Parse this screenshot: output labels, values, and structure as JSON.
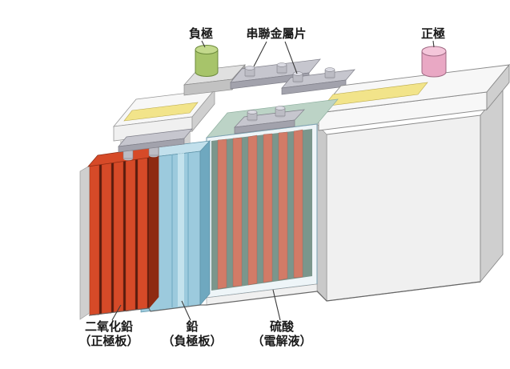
{
  "diagram": {
    "labels": {
      "negative_terminal": "負極",
      "series_metal_strips": "串聯金屬片",
      "positive_terminal": "正極",
      "lead_dioxide": "二氧化鉛",
      "lead_dioxide_sub": "（正極板）",
      "lead": "鉛",
      "lead_sub": "（負極板）",
      "sulfuric_acid": "硫酸",
      "sulfuric_acid_sub": "（電解液）"
    }
  },
  "colors": {
    "background": "#ffffff",
    "label_text": "#1a1a1a",
    "leader_line": "#3a3a3a",
    "red_plate": "#d64a28",
    "red_plate_dark": "#8e2a12",
    "red_plate_gap": "#571c0e",
    "blue_plate": "#9ccadd",
    "blue_plate_light": "#c2e0ec",
    "blue_plate_dark": "#6fa8bf",
    "electrolyte_surface": "#bcd3c6",
    "electrolyte_deep": "#54725f",
    "cell_wall": "#cbe0e9",
    "case_face": "#f0f0f0",
    "case_side": "#cfcfcf",
    "case_shadow": "#c4c4c4",
    "lid_face": "#f7f7f7",
    "yellow_strip": "#f2e48a",
    "terminal_green": "#a7c46a",
    "terminal_green_top": "#c3d98c",
    "terminal_pink": "#e9a8c4",
    "terminal_pink_top": "#f4c6da",
    "connector": "#c6c6ce",
    "connector_dark": "#a2a2ac",
    "post": "#bcbcc4",
    "post_top": "#dadae2"
  }
}
